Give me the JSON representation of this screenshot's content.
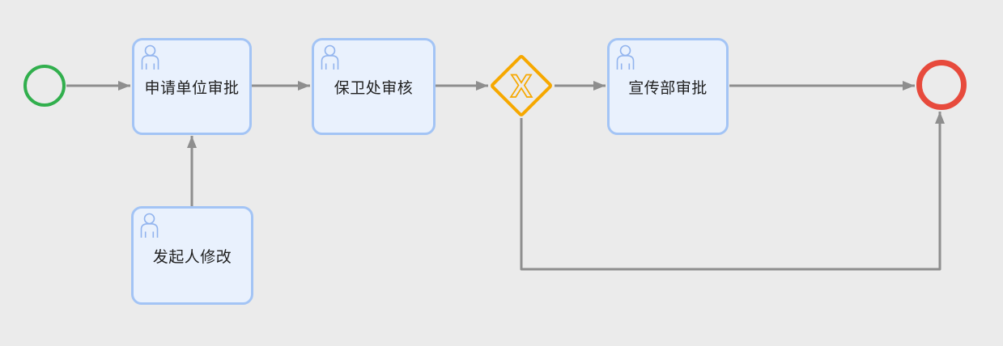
{
  "process": {
    "tasks": [
      {
        "label": "申请单位审批",
        "type": "user-task"
      },
      {
        "label": "保卫处审核",
        "type": "user-task"
      },
      {
        "label": "宣传部审批",
        "type": "user-task"
      },
      {
        "label": "发起人修改",
        "type": "user-task"
      }
    ],
    "gateway": {
      "type": "exclusive-gateway",
      "symbol": "X"
    },
    "events": {
      "start": {
        "type": "start-event"
      },
      "end": {
        "type": "end-event"
      }
    },
    "flows": [
      {
        "from": "start-event",
        "to": "申请单位审批"
      },
      {
        "from": "申请单位审批",
        "to": "保卫处审核"
      },
      {
        "from": "保卫处审核",
        "to": "exclusive-gateway"
      },
      {
        "from": "exclusive-gateway",
        "to": "宣传部审批"
      },
      {
        "from": "宣传部审批",
        "to": "end-event"
      },
      {
        "from": "exclusive-gateway",
        "to": "end-event",
        "route": "bottom"
      },
      {
        "from": "发起人修改",
        "to": "申请单位审批"
      }
    ],
    "colors": {
      "start_event": "#31AF4D",
      "end_event": "#E74A3C",
      "gateway": "#F6A800",
      "task_border": "#A3C4F5",
      "task_fill": "#E9F1FD",
      "connector": "#8E8E8E",
      "label_text": "#1F1F1F",
      "background": "#EBEBEB"
    }
  }
}
